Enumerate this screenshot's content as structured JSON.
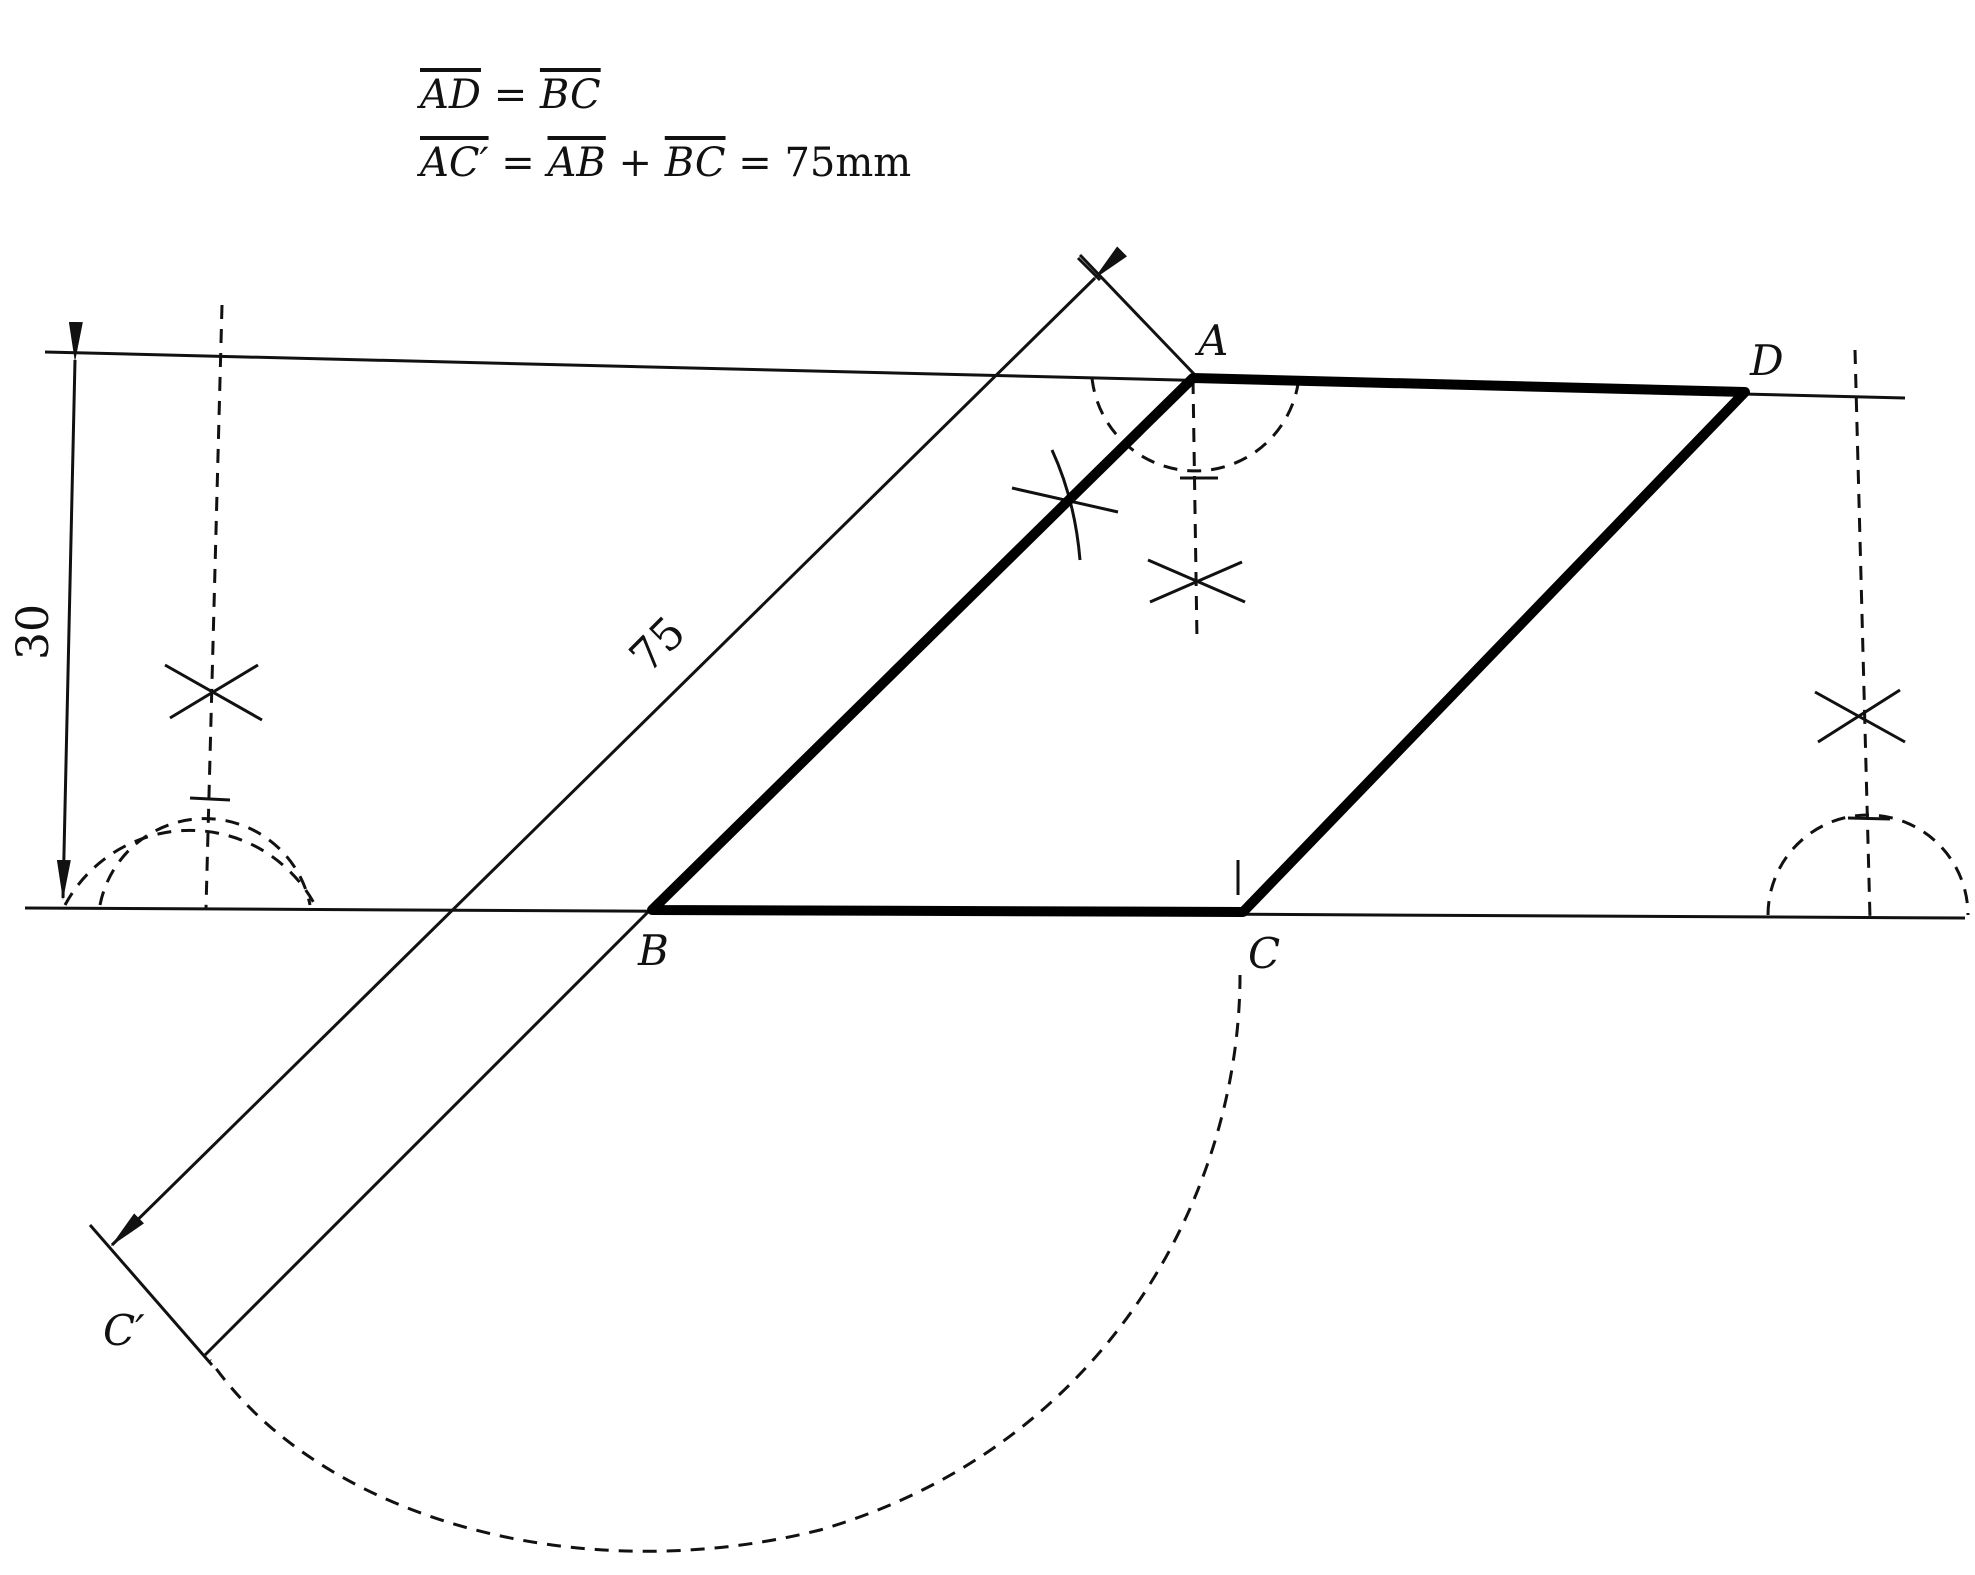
{
  "formulas": {
    "line1": {
      "lhs": "AD",
      "eq": "=",
      "rhs": "BC"
    },
    "line2": {
      "lhs": "AC′",
      "eq1": "=",
      "t1": "AB",
      "plus": "+",
      "t2": "BC",
      "eq2": "=",
      "value": "75mm"
    }
  },
  "labels": {
    "A": "A",
    "B": "B",
    "C": "C",
    "D": "D",
    "C_prime": "C′"
  },
  "dimensions": {
    "height": "30",
    "diagonal": "75"
  }
}
